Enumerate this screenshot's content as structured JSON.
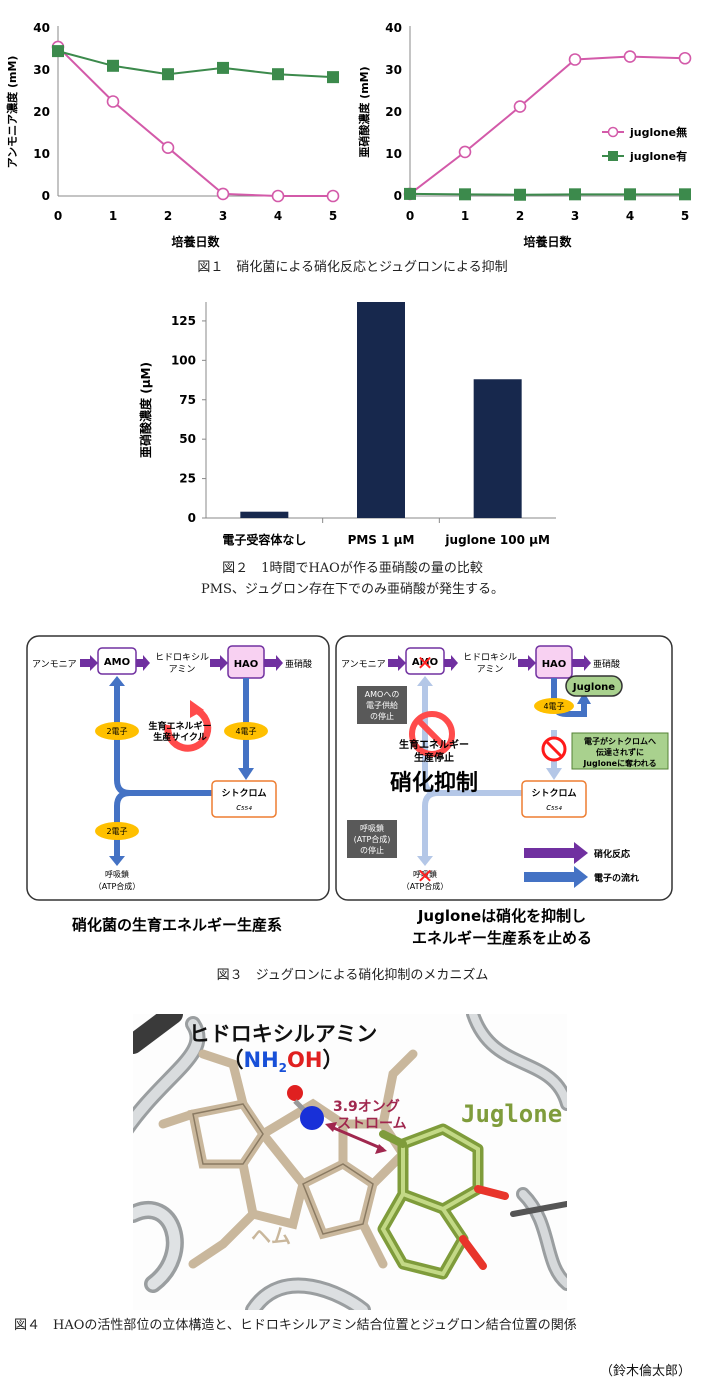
{
  "figure1": {
    "caption": "図１　硝化菌による硝化反応とジュグロンによる抑制",
    "chart_data": [
      {
        "type": "line",
        "ylabel": "アンモニア濃度 (mM)",
        "xlabel": "培養日数",
        "x": [
          0,
          1,
          2,
          3,
          4,
          5
        ],
        "ylim": [
          0,
          40
        ],
        "yticks": [
          0,
          10,
          20,
          30,
          40
        ],
        "series": [
          {
            "name": "juglone無",
            "values": [
              35.5,
              22.5,
              11.5,
              0.5,
              0,
              0
            ],
            "color": "#d35aa9",
            "marker": "circle-open"
          },
          {
            "name": "juglone有",
            "values": [
              34.5,
              31,
              29,
              30.5,
              29,
              28.3
            ],
            "color": "#3c8a4c",
            "marker": "square"
          }
        ]
      },
      {
        "type": "line",
        "ylabel": "亜硝酸濃度 (mM)",
        "xlabel": "培養日数",
        "x": [
          0,
          1,
          2,
          3,
          4,
          5
        ],
        "ylim": [
          0,
          40
        ],
        "yticks": [
          0,
          10,
          20,
          30,
          40
        ],
        "legend_position": "right",
        "series": [
          {
            "name": "juglone無",
            "values": [
              0.5,
              10.5,
              21.3,
              32.5,
              33.2,
              32.8
            ],
            "color": "#d35aa9",
            "marker": "circle-open"
          },
          {
            "name": "juglone有",
            "values": [
              0.5,
              0.4,
              0.3,
              0.4,
              0.4,
              0.4
            ],
            "color": "#3c8a4c",
            "marker": "square"
          }
        ]
      }
    ]
  },
  "figure2": {
    "caption_line1": "図２　1時間でHAOが作る亜硝酸の量の比較",
    "caption_line2": "PMS、ジュグロン存在下でのみ亜硝酸が発生する。",
    "chart_data": {
      "type": "bar",
      "ylabel": "亜硝酸濃度 (μM)",
      "categories": [
        "電子受容体なし",
        "PMS 1 μM",
        "juglone 100 μM"
      ],
      "values": [
        4,
        137,
        88
      ],
      "ylim": [
        0,
        137
      ],
      "yticks": [
        0,
        25,
        50,
        75,
        100,
        125
      ],
      "color": "#17284d"
    }
  },
  "figure3": {
    "caption": "図３　ジュグロンによる硝化抑制のメカニズム",
    "left_title": "硝化菌の生育エネルギー生産系",
    "right_title_line1": "Jugloneは硝化を抑制し",
    "right_title_line2": "エネルギー生産系を止める",
    "labels": {
      "ammonia": "アンモニア",
      "amo": "AMO",
      "hydroxylamine_1": "ヒドロキシル",
      "hydroxylamine_2": "アミン",
      "hao": "HAO",
      "nitrite": "亜硝酸",
      "two_electrons": "2電子",
      "four_electrons": "4電子",
      "cycle_1": "生育エネルギー",
      "cycle_2": "生産サイクル",
      "cytochrome": "シトクロム",
      "c554": "c₅₅₄",
      "resp_1": "呼吸鎖",
      "resp_2": "（ATP合成）",
      "juglone": "Juglone",
      "amo_stop_1": "AMOへの",
      "amo_stop_2": "電子供給",
      "amo_stop_3": "の停止",
      "stop_1": "生育エネルギー",
      "stop_2": "生産停止",
      "big_stop": "硝化抑制",
      "steal_1": "電子がシトクロムへ",
      "steal_2": "伝達されずに",
      "steal_3": "Jugloneに奪われる",
      "resp_stop_1": "呼吸鎖",
      "resp_stop_2": "(ATP合成)",
      "resp_stop_3": "の停止",
      "legend_nitrif": "硝化反応",
      "legend_electron": "電子の流れ"
    }
  },
  "figure4": {
    "caption": "図４　HAOの活性部位の立体構造と、ヒドロキシルアミン結合位置とジュグロン結合位置の関係",
    "title": "ヒドロキシルアミン",
    "formula_open": "（",
    "formula_n": "NH",
    "formula_sub": "2",
    "formula_oh": "OH",
    "formula_close": "）",
    "distance_1": "3.9オング",
    "distance_2": "ストローム",
    "juglone": "Juglone",
    "heme": "ヘム"
  },
  "author": "（鈴木倫太郎）"
}
